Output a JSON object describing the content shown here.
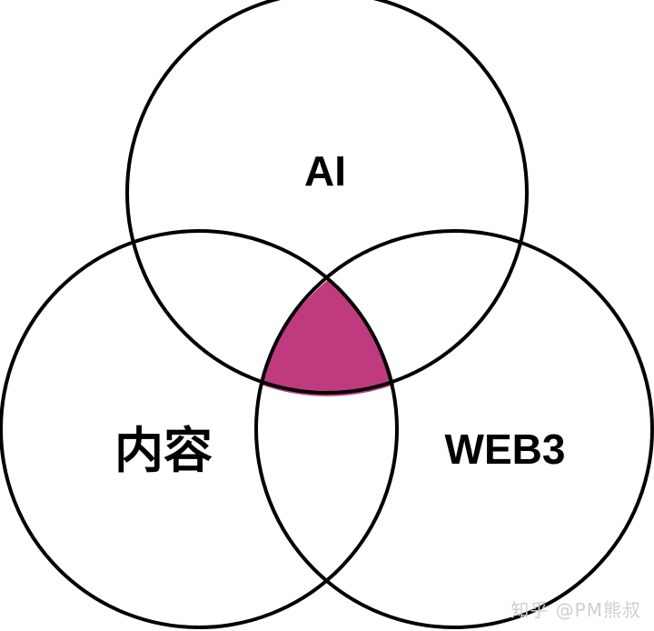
{
  "diagram": {
    "labels": {
      "top": "AI",
      "left": "内容",
      "right": "WEB3"
    },
    "colors": {
      "stroke": "#000000",
      "intersection_fill": "#bf3a7e",
      "background": "#ffffff"
    }
  },
  "watermark": "知乎 @PM熊叔"
}
